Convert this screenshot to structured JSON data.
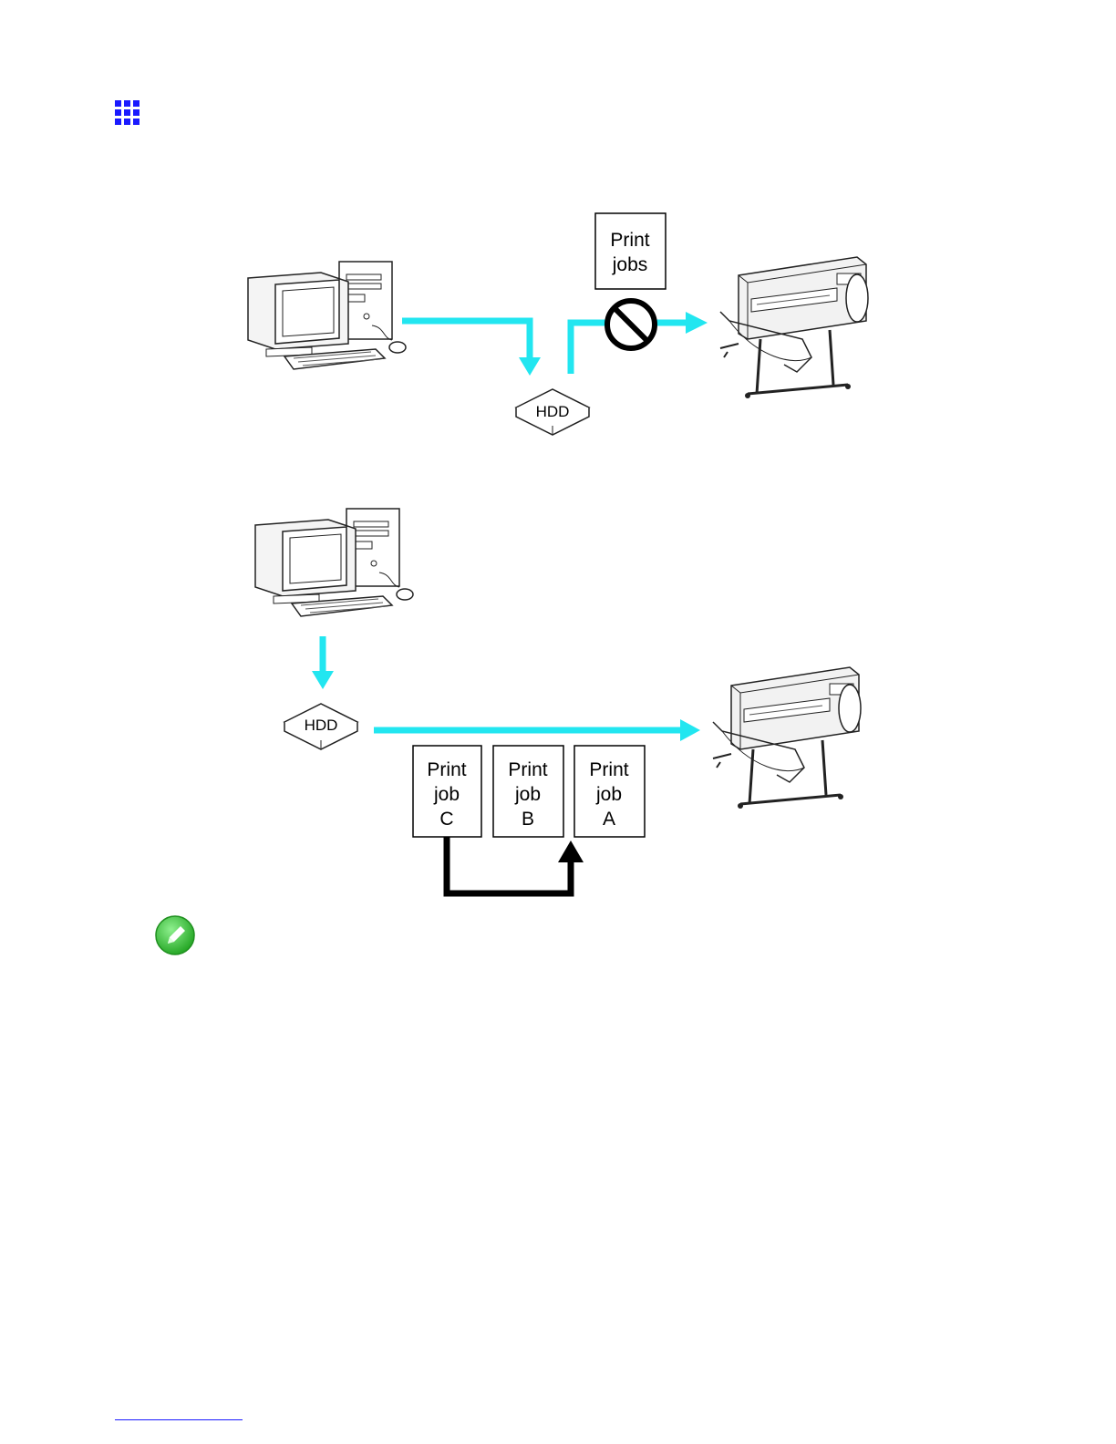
{
  "colors": {
    "flow_arrow": "#22e6f0",
    "route_arrow": "#000000",
    "accent_icon": "#1a1aff",
    "note_icon": "#3fc23f"
  },
  "icons": {
    "section": "grid-menu-icon",
    "note": "pencil-note-icon",
    "prohibited": "prohibited-icon"
  },
  "diagram1": {
    "hdd_label": "HDD",
    "jobs_box_line1": "Print",
    "jobs_box_line2": "jobs"
  },
  "diagram2": {
    "hdd_label": "HDD",
    "jobs": [
      {
        "line1": "Print",
        "line2": "job",
        "line3": "C"
      },
      {
        "line1": "Print",
        "line2": "job",
        "line3": "B"
      },
      {
        "line1": "Print",
        "line2": "job",
        "line3": "A"
      }
    ]
  }
}
